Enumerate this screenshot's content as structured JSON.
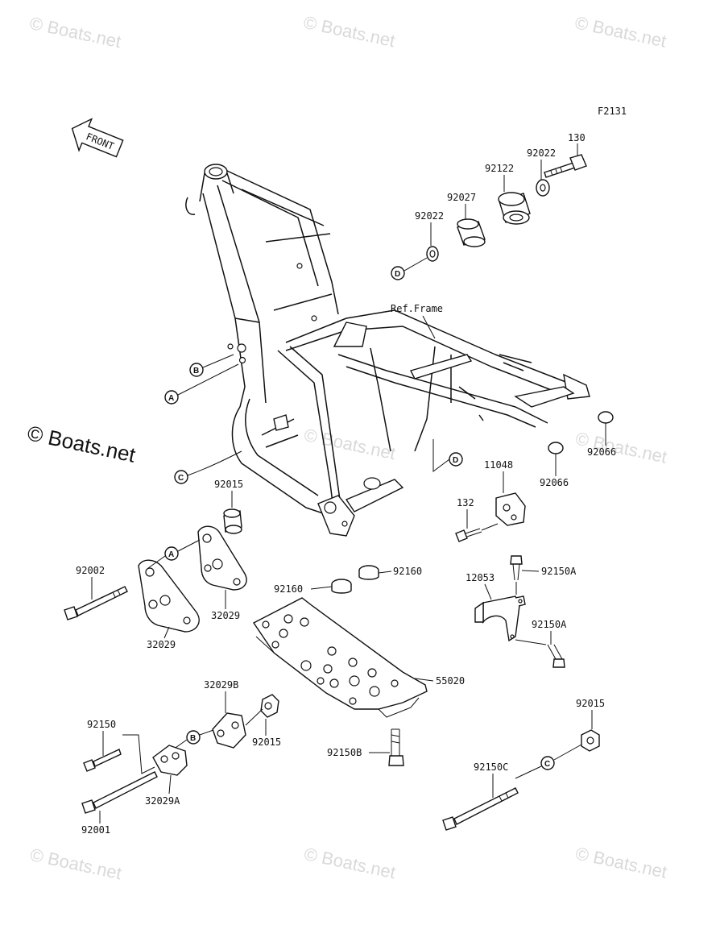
{
  "diagram": {
    "code": "F2131",
    "front_label": "FRONT",
    "ref_frame": "Ref.Frame",
    "watermark": "Boats.net",
    "watermark_symbol": "©",
    "parts": {
      "p130": "130",
      "p92022_top": "92022",
      "p92122": "92122",
      "p92027": "92027",
      "p92022_left": "92022",
      "p11048": "11048",
      "p132": "132",
      "p92066_right": "92066",
      "p92066_left": "92066",
      "p92015_top": "92015",
      "p92002": "92002",
      "p32029_left": "32029",
      "p32029_right": "32029",
      "p92160_right": "92160",
      "p92160_left": "92160",
      "p12053": "12053",
      "p92150A_top": "92150A",
      "p92150A_bottom": "92150A",
      "p55020": "55020",
      "p32029B": "32029B",
      "p92015_mid": "92015",
      "p92150": "92150",
      "p32029A": "32029A",
      "p92001": "92001",
      "p92150B": "92150B",
      "p92015_right": "92015",
      "p92150C": "92150C"
    },
    "callouts": {
      "a1": "A",
      "a2": "A",
      "b1": "B",
      "b2": "B",
      "c1": "C",
      "c2": "C",
      "d1": "D",
      "d2": "D"
    }
  }
}
